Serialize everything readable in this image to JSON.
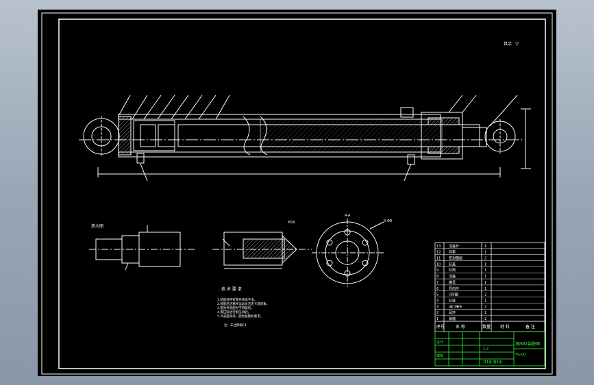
{
  "drawing": {
    "scale_label": "其余",
    "roughness_symbol": "▽",
    "section_label": "A-A",
    "detail_label_left": "放大图",
    "tech_req_title": "技 术 要 求",
    "tech_req_lines": [
      "1.装配前所有零件清洗干净。",
      "2.装配后活塞杆运动灵活无卡滞现象。",
      "3.密封件装配时不得损伤。",
      "4.液压缸进行耐压试验。",
      "5.外表面涂漆，颜色按整机要求。"
    ],
    "tech_note": "注：未注倒角C1",
    "detail_tag": "3-Φ8",
    "thread_tag": "M16",
    "bom_rows": [
      {
        "no": "13",
        "name": "活塞杆",
        "qty": "1"
      },
      {
        "no": "12",
        "name": "导套",
        "qty": "1"
      },
      {
        "no": "11",
        "name": "密封圈组",
        "qty": "2"
      },
      {
        "no": "10",
        "name": "缸盖",
        "qty": "1"
      },
      {
        "no": "9",
        "name": "缸筒",
        "qty": "1"
      },
      {
        "no": "8",
        "name": "活塞",
        "qty": "1"
      },
      {
        "no": "7",
        "name": "螺母",
        "qty": "1"
      },
      {
        "no": "6",
        "name": "导向环",
        "qty": "1"
      },
      {
        "no": "5",
        "name": "O形圈",
        "qty": "2"
      },
      {
        "no": "4",
        "name": "缸底",
        "qty": "1"
      },
      {
        "no": "3",
        "name": "油口接头",
        "qty": "2"
      },
      {
        "no": "2",
        "name": "耳环",
        "qty": "1"
      },
      {
        "no": "1",
        "name": "销轴",
        "qty": "2"
      }
    ],
    "bom_header": {
      "no": "序号",
      "name": "名 称",
      "qty": "数量",
      "material": "材 料",
      "note": "备 注"
    },
    "title_block": {
      "drawing_title": "液压缸装配图",
      "code": "YG-00",
      "scale": "1:2",
      "sheet": "共1张 第1张",
      "designer": "设计",
      "checker": "审核"
    }
  }
}
